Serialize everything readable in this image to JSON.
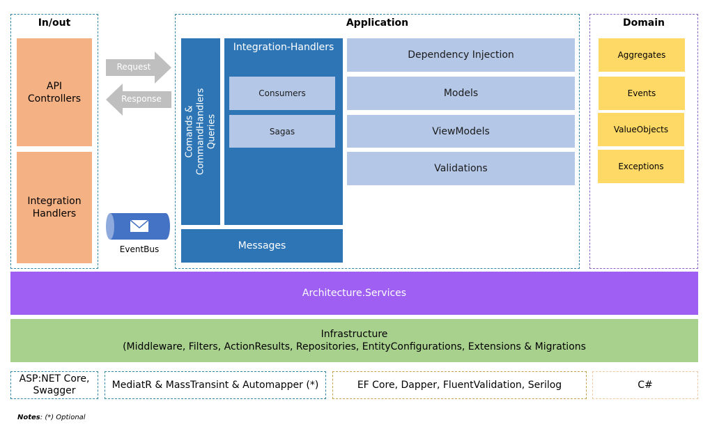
{
  "inout": {
    "title": "In/out",
    "api_controllers": "API\nControllers",
    "integration_handlers": "Integration\nHandlers",
    "request": "Request",
    "response": "Response",
    "eventbus": "EventBus"
  },
  "application": {
    "title": "Application",
    "commands_queries": "Comands & CommandHandlers\nQueries",
    "integration_handlers": "Integration-Handlers",
    "consumers": "Consumers",
    "sagas": "Sagas",
    "messages": "Messages",
    "dependency_injection": "Dependency Injection",
    "models": "Models",
    "viewmodels": "ViewModels",
    "validations": "Validations"
  },
  "domain": {
    "title": "Domain",
    "aggregates": "Aggregates",
    "events": "Events",
    "valueobjects": "ValueObjects",
    "exceptions": "Exceptions"
  },
  "architecture_services": "Architecture.Services",
  "infrastructure": {
    "line1": "Infrastructure",
    "line2": "(Middleware, Filters, ActionResults, Repositories, EntityConfigurations, Extensions & Migrations"
  },
  "tech": {
    "aspnet": "ASP:NET Core,\nSwagger",
    "mediatr": "MediatR  & MassTransint & Automapper (*)",
    "efcore": "EF Core, Dapper, FluentValidation, Serilog",
    "csharp": "C#"
  },
  "notes": {
    "label": "Notes",
    "text": ": (*) Optional"
  },
  "colors": {
    "orange": "#f4b183",
    "blue": "#2e75b6",
    "light_blue": "#b4c7e7",
    "yellow": "#ffd966",
    "purple": "#9e5ff2",
    "green": "#a9d18e",
    "arrow_gray": "#bfbfbf"
  }
}
